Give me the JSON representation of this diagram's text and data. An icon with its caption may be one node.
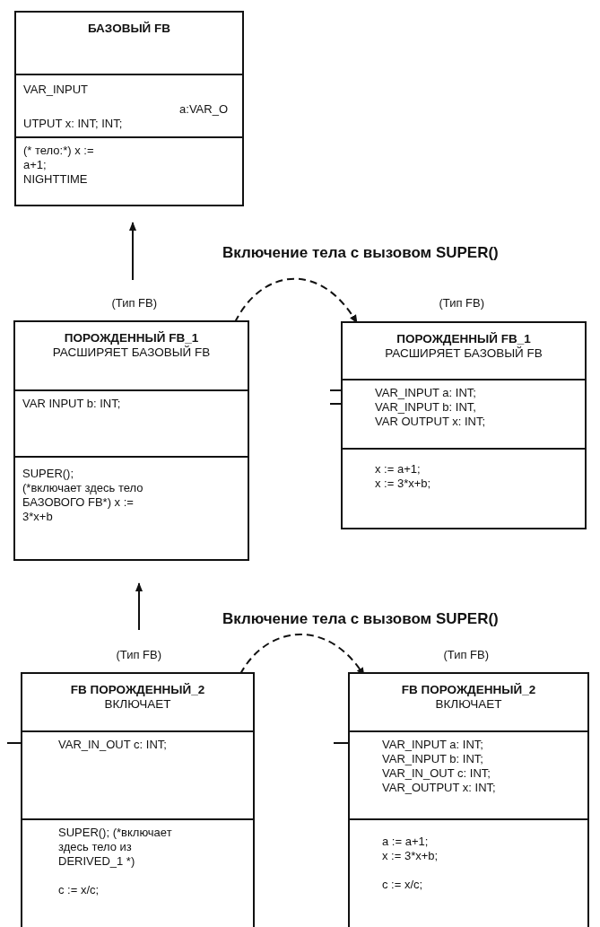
{
  "diagram": {
    "nodes": [
      {
        "text": [],
        "shape": "box"
      },
      {
        "text": [
          "БАЗОВЫЙ FB"
        ],
        "in": 0
      },
      {
        "text": [
          "VAR_INPUT",
          "a:VAR_O",
          "UTPUT x: INT; INT;"
        ],
        "in": 0
      },
      {
        "text": [
          "(* тело:*) x :=",
          "a+1;",
          "NIGHTTIME"
        ],
        "in": 0
      },
      {
        "text": [],
        "shape": "box",
        "beside": [
          "(Тип FB)"
        ]
      },
      {
        "text": [
          "ПОРОЖДЕННЫЙ FB_1",
          "РАСШИРЯЕТ БАЗОВЫЙ FB"
        ],
        "in": 4
      },
      {
        "text": [
          "VAR INPUT b: INT;"
        ],
        "in": 4
      },
      {
        "text": [
          "SUPER();",
          "(*включает здесь тело",
          "БАЗОВОГО FB*) x :=",
          "3*x+b"
        ],
        "in": 4
      },
      {
        "text": [],
        "shape": "box",
        "beside": [
          "(Тип FB)"
        ]
      },
      {
        "text": [
          "ПОРОЖДЕННЫЙ FB_1",
          "РАСШИРЯЕТ БАЗОВЫЙ FB"
        ],
        "in": 8
      },
      {
        "text": [
          "VAR_INPUT a: INT;",
          "VAR_INPUT b: INT,",
          "VAR OUTPUT x: INT;"
        ],
        "in": 8
      },
      {
        "text": [
          "x := a+1;",
          "x := 3*x+b;"
        ],
        "in": 8
      },
      {
        "text": [],
        "shape": "box",
        "beside": [
          "(Тип FB)"
        ]
      },
      {
        "text": [
          "FB ПОРОЖДЕННЫЙ_2",
          "ВКЛЮЧАЕТ"
        ],
        "in": 12
      },
      {
        "text": [
          "VAR_IN_OUT c: INT;"
        ],
        "in": 12
      },
      {
        "text": [
          "SUPER(); (*включает",
          "здесь тело из",
          "DERIVED_1 *)",
          "c := x/c;"
        ],
        "in": 12
      },
      {
        "text": [],
        "shape": "box",
        "beside": [
          "(Тип FB)"
        ]
      },
      {
        "text": [
          "FB ПОРОЖДЕННЫЙ_2",
          "ВКЛЮЧАЕТ"
        ],
        "in": 16
      },
      {
        "text": [
          "VAR_INPUT a: INT;",
          "VAR_INPUT b: INT;",
          "VAR_IN_OUT c: INT;",
          "VAR_OUTPUT x: INT;"
        ],
        "in": 16
      },
      {
        "text": [
          "a := a+1;",
          "x := 3*x+b;",
          "c := x/c;"
        ],
        "in": 16
      }
    ],
    "edges": [
      {
        "from": 4,
        "to": 0,
        "arrow": "to"
      },
      {
        "from": 5,
        "to": 9,
        "arrow": "to",
        "style": "dashed"
      },
      {
        "from": 12,
        "to": 4,
        "arrow": "to"
      },
      {
        "from": 13,
        "to": 17,
        "arrow": "to",
        "style": "dashed"
      }
    ],
    "labels": [
      "Включение тела с вызовом SUPER()",
      "Включение тела с вызовом SUPER()"
    ]
  }
}
